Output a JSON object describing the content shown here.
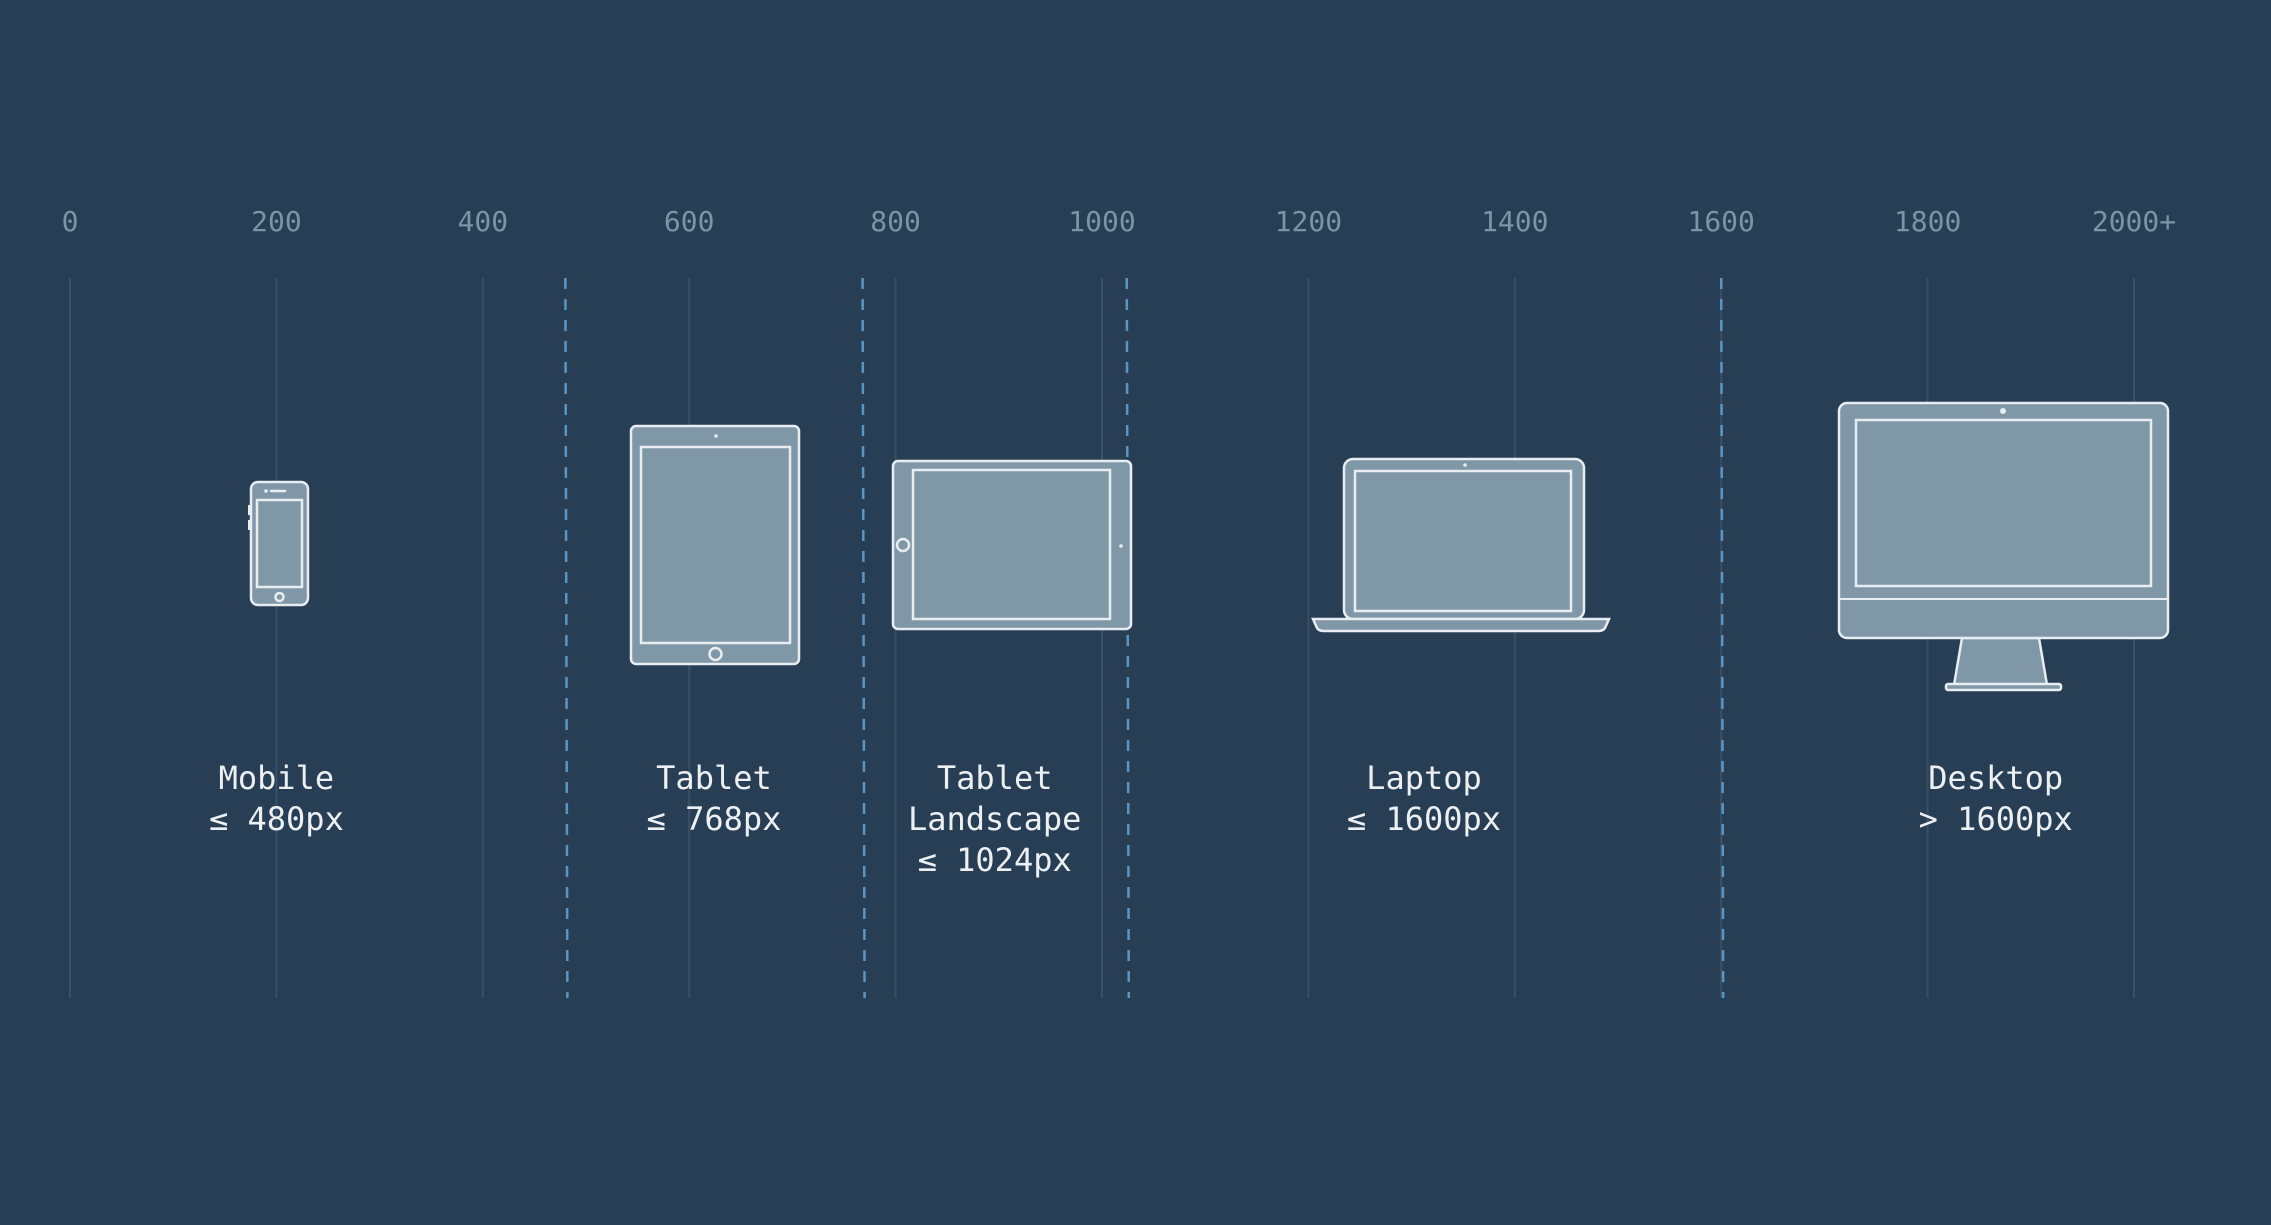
{
  "scale": {
    "ticks": [
      "0",
      "200",
      "400",
      "600",
      "800",
      "1000",
      "1200",
      "1400",
      "1600",
      "1800",
      "2000+"
    ],
    "tick_values": [
      0,
      200,
      400,
      600,
      800,
      1000,
      1200,
      1400,
      1600,
      1800,
      2000
    ],
    "breakpoints": [
      480,
      768,
      1024,
      1600
    ]
  },
  "devices": [
    {
      "id": "mobile",
      "icon": "phone-icon",
      "lines": [
        "Mobile",
        "≤ 480px"
      ],
      "center_value": 200
    },
    {
      "id": "tablet",
      "icon": "tablet-icon",
      "lines": [
        "Tablet",
        "≤ 768px"
      ],
      "center_value": 624
    },
    {
      "id": "tablet-landscape",
      "icon": "tablet-landscape-icon",
      "lines": [
        "Tablet",
        "Landscape",
        "≤ 1024px"
      ],
      "center_value": 896
    },
    {
      "id": "laptop",
      "icon": "laptop-icon",
      "lines": [
        "Laptop",
        "≤ 1600px"
      ],
      "center_value": 1312
    },
    {
      "id": "desktop",
      "icon": "desktop-icon",
      "lines": [
        "Desktop",
        "> 1600px"
      ],
      "center_value": 1866
    }
  ],
  "colors": {
    "background": "#283e54",
    "grid": "#3a5066",
    "breakpoint": "#5b95c4",
    "tick_text": "#7d93a6",
    "label_text": "#ecf0f3",
    "device_fill": "#7f97a7",
    "device_outline": "#e8edf1"
  }
}
